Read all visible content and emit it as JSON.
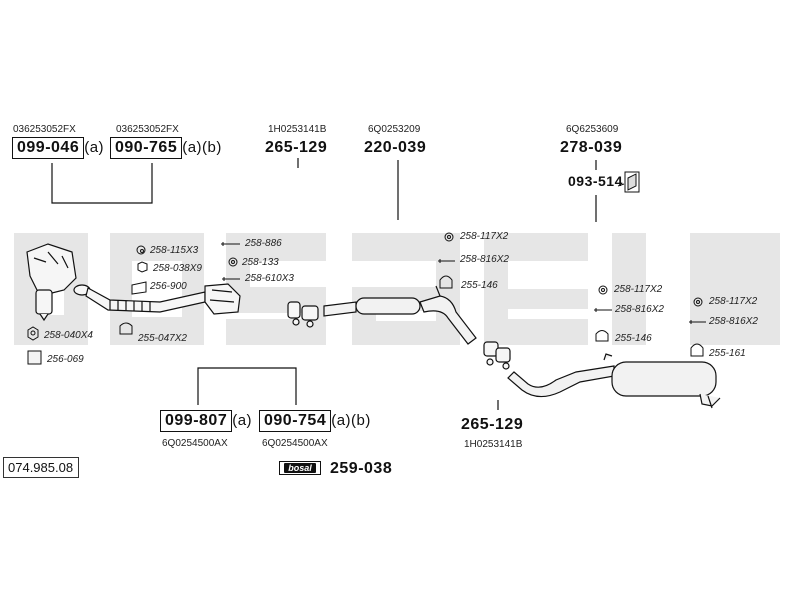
{
  "diagram_id": "074.985.08",
  "watermark_text": "bosal",
  "colors": {
    "ink": "#111111",
    "pipe_fill": "#f2f2f2",
    "watermark": "#e6e6e6"
  },
  "groups": {
    "manifold_left": {
      "oem": "036253052FX",
      "part": "099-046",
      "suffix": "(a)"
    },
    "manifold_right": {
      "oem": "036253052FX",
      "part": "090-765",
      "suffix": "(a)(b)"
    },
    "front_pipe": {
      "oem": "1H0253141B",
      "part": "265-129"
    },
    "middle_silencer": {
      "oem": "6Q0253209",
      "part": "220-039"
    },
    "rear_silencer": {
      "oem": "6Q6253609",
      "part": "278-039"
    },
    "bracket": {
      "part": "093-514"
    },
    "cat_left": {
      "oem": "6Q0254500AX",
      "part": "099-807",
      "suffix": "(a)"
    },
    "cat_right": {
      "oem": "6Q0254500AX",
      "part": "090-754",
      "suffix": "(a)(b)"
    },
    "tail_pipe": {
      "oem": "1H0253141B",
      "part": "265-129"
    },
    "kit": {
      "badge": "bosal",
      "part": "259-038"
    }
  },
  "hardware": [
    {
      "id": "258-115X3",
      "icon": "ring-icon"
    },
    {
      "id": "258-886",
      "icon": "bolt-icon"
    },
    {
      "id": "258-038X9",
      "icon": "nut-icon"
    },
    {
      "id": "258-133",
      "icon": "ring-icon"
    },
    {
      "id": "258-610X3",
      "icon": "bolt-icon"
    },
    {
      "id": "256-900",
      "icon": "gasket-icon"
    },
    {
      "id": "258-040X4",
      "icon": "nut-icon"
    },
    {
      "id": "255-047X2",
      "icon": "clamp-icon"
    },
    {
      "id": "256-069",
      "icon": "square-icon"
    },
    {
      "id": "258-117X2",
      "icon": "ring-icon"
    },
    {
      "id": "258-816X2",
      "icon": "bolt-icon"
    },
    {
      "id": "255-146",
      "icon": "clamp-icon"
    },
    {
      "id": "258-117X2",
      "icon": "ring-icon"
    },
    {
      "id": "258-816X2",
      "icon": "bolt-icon"
    },
    {
      "id": "255-146",
      "icon": "clamp-icon"
    },
    {
      "id": "258-117X2",
      "icon": "ring-icon"
    },
    {
      "id": "258-816X2",
      "icon": "bolt-icon"
    },
    {
      "id": "255-161",
      "icon": "clamp-icon"
    }
  ]
}
